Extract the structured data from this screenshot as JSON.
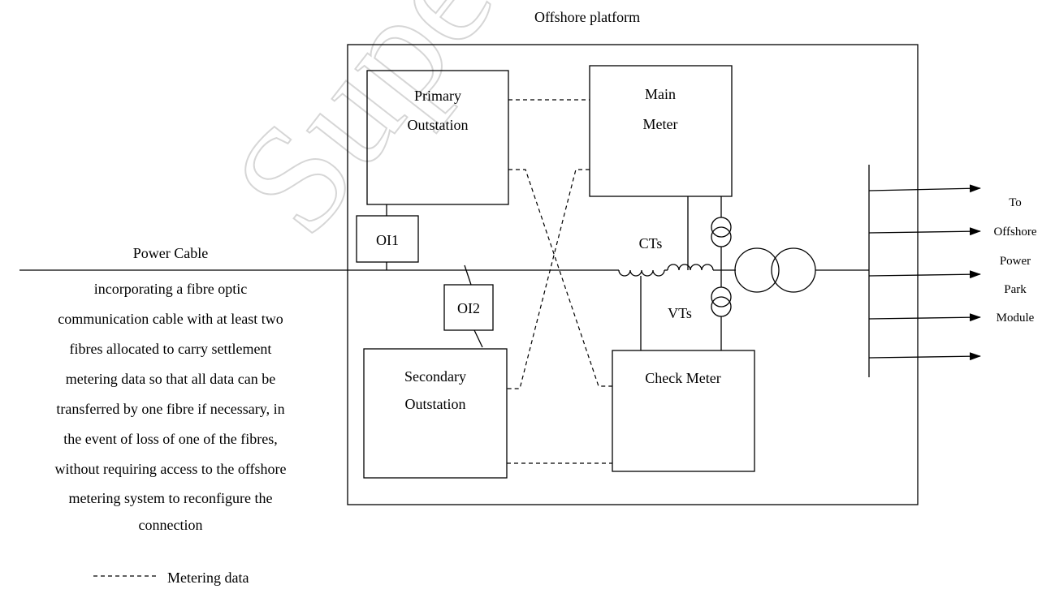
{
  "watermark": "Supe",
  "platform_label": "Offshore platform",
  "primary_outstation": [
    "Primary",
    "Outstation"
  ],
  "main_meter": [
    "Main",
    "Meter"
  ],
  "secondary_outstation": [
    "Secondary",
    "Outstation"
  ],
  "check_meter": "Check Meter",
  "oi1": "OI1",
  "oi2": "OI2",
  "cts": "CTs",
  "vts": "VTs",
  "power_cable": "Power Cable",
  "cable_description": [
    "incorporating a fibre optic",
    "communication cable with at least two",
    "fibres allocated to carry settlement",
    "metering data so that all data can be",
    "transferred by one fibre if necessary, in",
    "the event of loss of one of the fibres,",
    "without requiring access to the offshore",
    "metering system to reconfigure the",
    "connection"
  ],
  "destination": [
    "To",
    "Offshore",
    "Power",
    "Park",
    "Module"
  ],
  "legend_label": "Metering data"
}
